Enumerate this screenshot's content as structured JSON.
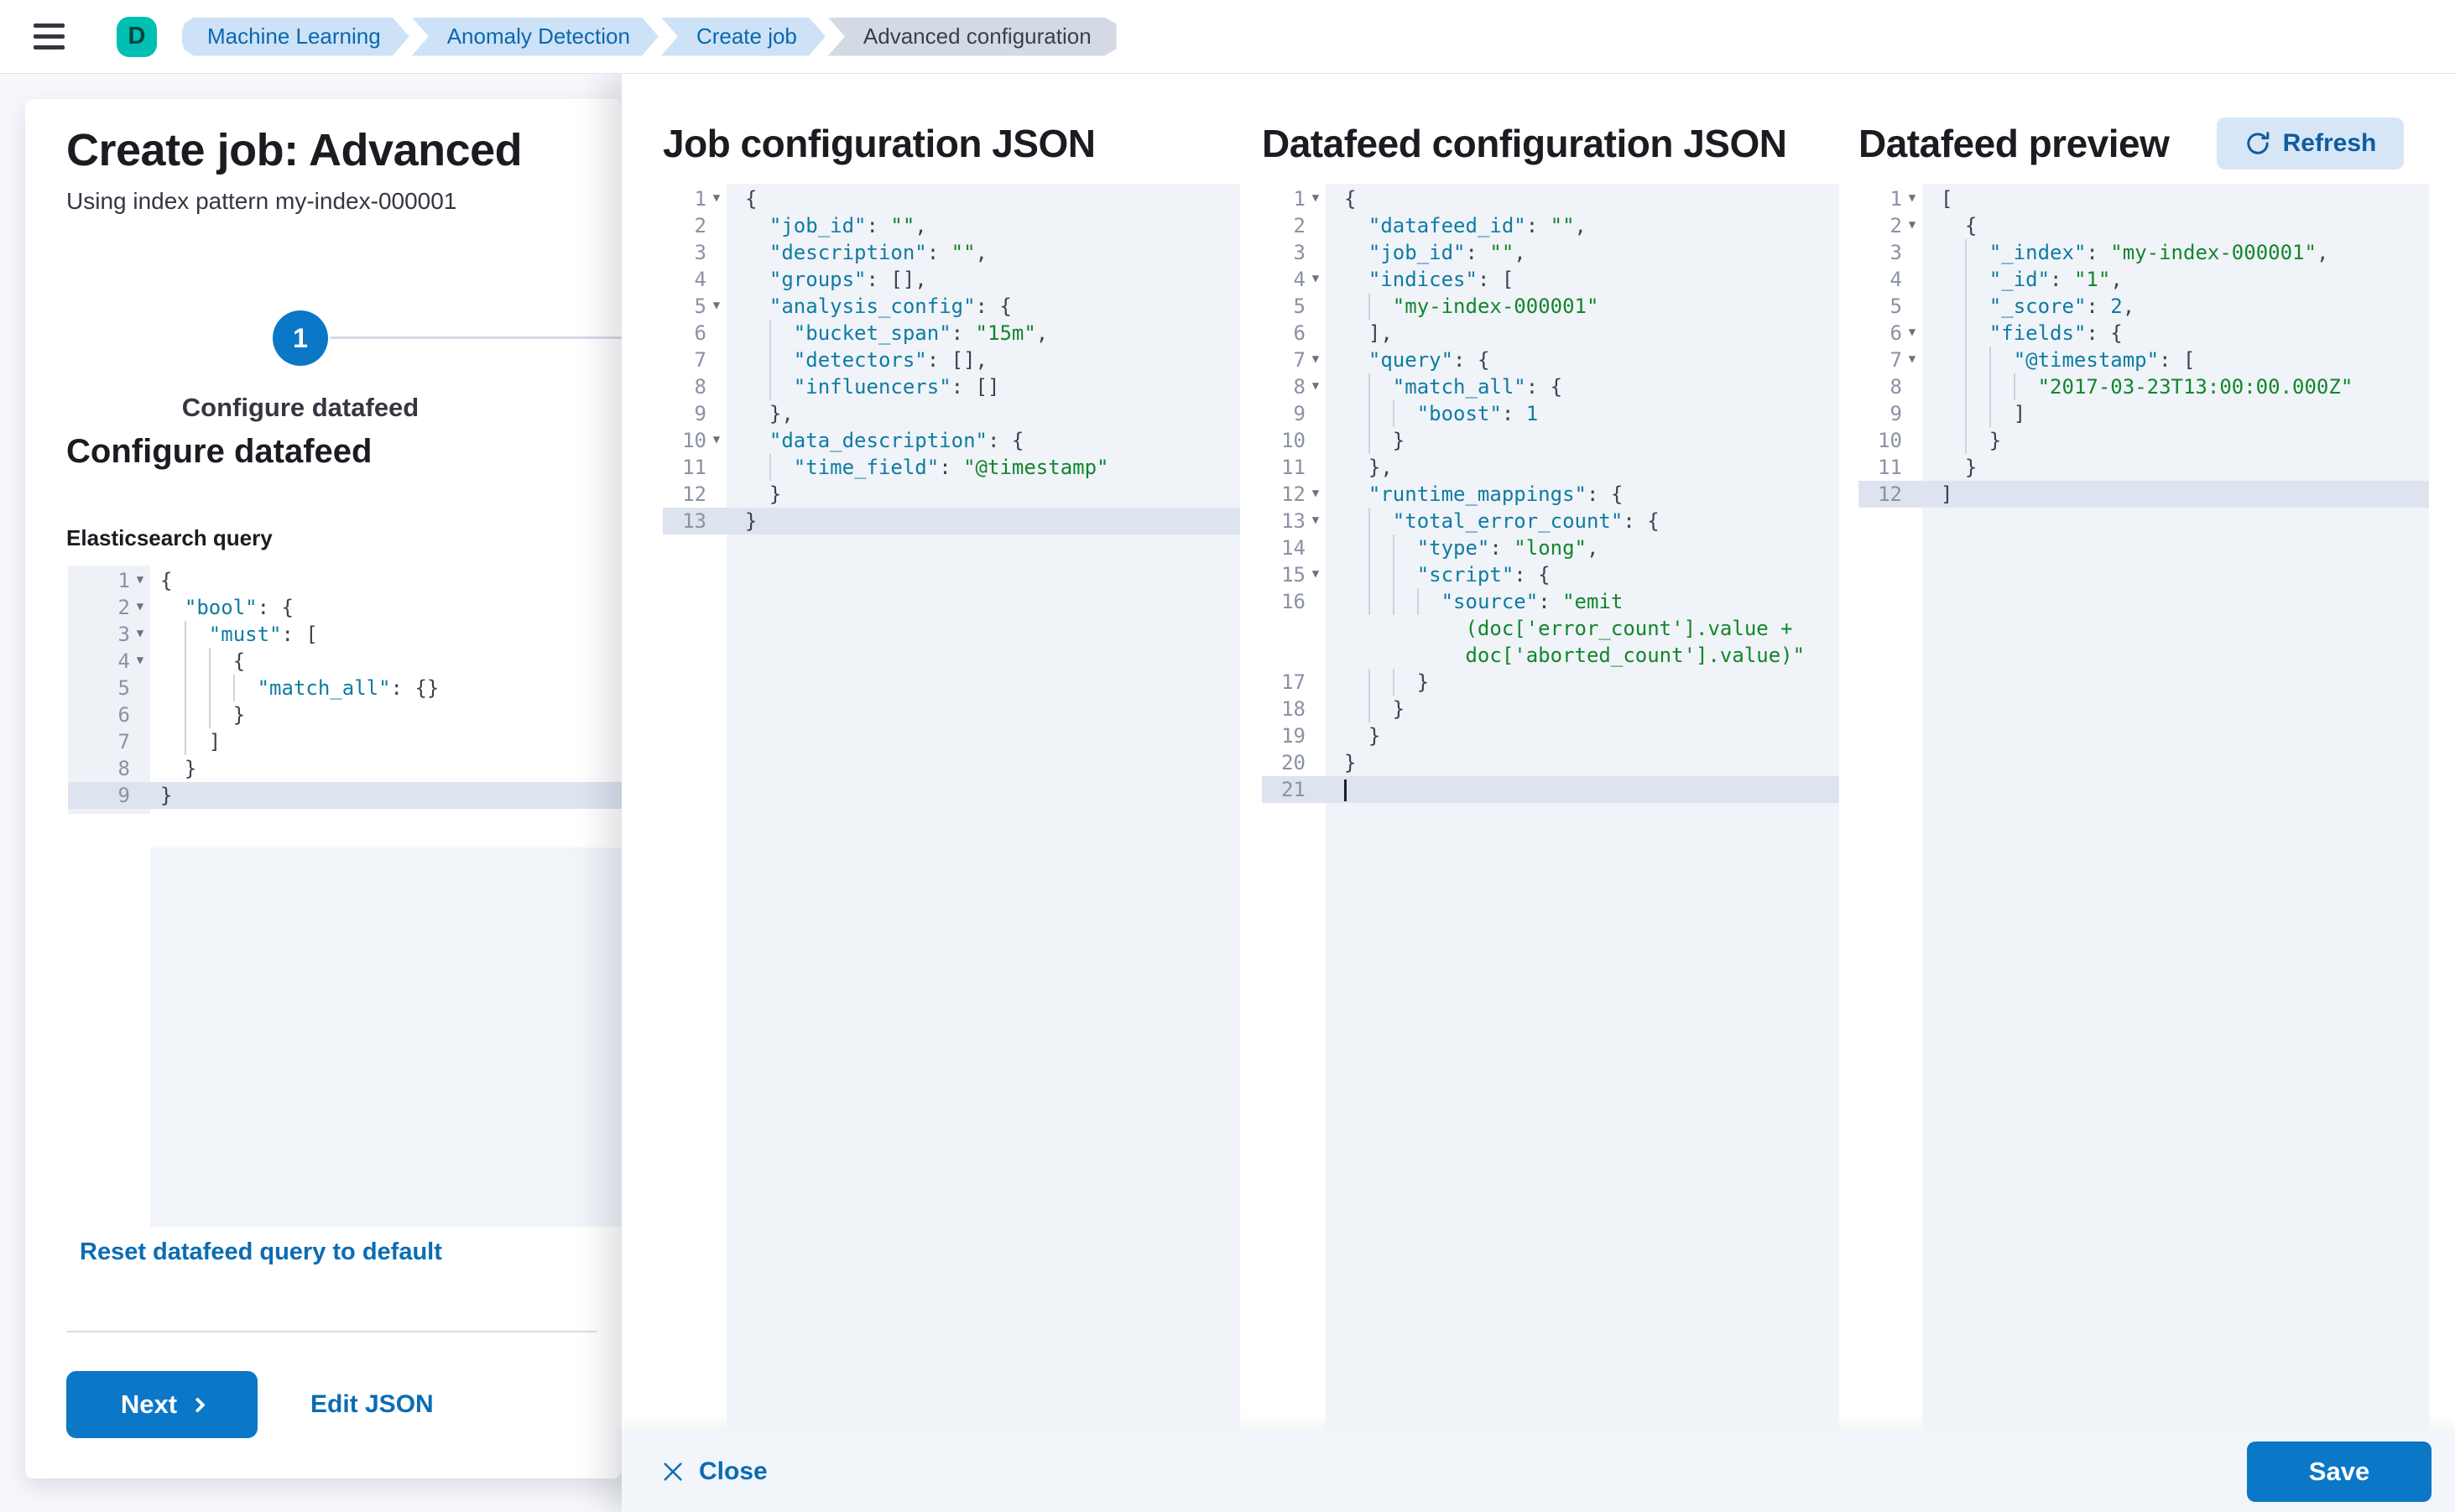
{
  "header": {
    "avatar_letter": "D",
    "breadcrumbs": [
      {
        "label": "Machine Learning",
        "current": false
      },
      {
        "label": "Anomaly Detection",
        "current": false
      },
      {
        "label": "Create job",
        "current": false
      },
      {
        "label": "Advanced configuration",
        "current": true
      }
    ]
  },
  "colors": {
    "primary_button": "#0b77c7",
    "link": "#0a6cb4",
    "avatar_teal": "#00bfb3",
    "code_key": "#0d7ca3",
    "code_string": "#11862c",
    "active_line": "#dee4ef"
  },
  "wizard": {
    "title": "Create job: Advanced",
    "subtitle": "Using index pattern my-index-000001",
    "step": {
      "number": "1",
      "label": "Configure datafeed"
    },
    "section_heading": "Configure datafeed",
    "reset_link": "Reset datafeed query to default",
    "next_button": "Next",
    "edit_json_link": "Edit JSON"
  },
  "footer": {
    "close_label": "Close",
    "save_label": "Save"
  },
  "editors": {
    "es_query": {
      "label": "Elasticsearch query",
      "lines": [
        {
          "n": 1,
          "f": true,
          "t": "{"
        },
        {
          "n": 2,
          "f": true,
          "t": "  \"bool\": {"
        },
        {
          "n": 3,
          "f": true,
          "t": "    \"must\": ["
        },
        {
          "n": 4,
          "f": true,
          "t": "      {"
        },
        {
          "n": 5,
          "t": "        \"match_all\": {}"
        },
        {
          "n": 6,
          "t": "      }"
        },
        {
          "n": 7,
          "t": "    ]"
        },
        {
          "n": 8,
          "t": "  }"
        },
        {
          "n": 9,
          "t": "}",
          "h": true
        }
      ]
    },
    "job_config": {
      "title": "Job configuration JSON",
      "lines": [
        {
          "n": 1,
          "f": true,
          "t": "{"
        },
        {
          "n": 2,
          "t": "  \"job_id\": \"\","
        },
        {
          "n": 3,
          "t": "  \"description\": \"\","
        },
        {
          "n": 4,
          "t": "  \"groups\": [],"
        },
        {
          "n": 5,
          "f": true,
          "t": "  \"analysis_config\": {"
        },
        {
          "n": 6,
          "t": "    \"bucket_span\": \"15m\","
        },
        {
          "n": 7,
          "t": "    \"detectors\": [],"
        },
        {
          "n": 8,
          "t": "    \"influencers\": []"
        },
        {
          "n": 9,
          "t": "  },"
        },
        {
          "n": 10,
          "f": true,
          "t": "  \"data_description\": {"
        },
        {
          "n": 11,
          "t": "    \"time_field\": \"@timestamp\""
        },
        {
          "n": 12,
          "t": "  }"
        },
        {
          "n": 13,
          "t": "}",
          "h": true
        }
      ]
    },
    "datafeed_config": {
      "title": "Datafeed configuration JSON",
      "lines": [
        {
          "n": 1,
          "f": true,
          "t": "{"
        },
        {
          "n": 2,
          "t": "  \"datafeed_id\": \"\","
        },
        {
          "n": 3,
          "t": "  \"job_id\": \"\","
        },
        {
          "n": 4,
          "f": true,
          "t": "  \"indices\": ["
        },
        {
          "n": 5,
          "t": "    \"my-index-000001\""
        },
        {
          "n": 6,
          "t": "  ],"
        },
        {
          "n": 7,
          "f": true,
          "t": "  \"query\": {"
        },
        {
          "n": 8,
          "f": true,
          "t": "    \"match_all\": {"
        },
        {
          "n": 9,
          "t": "      \"boost\": 1"
        },
        {
          "n": 10,
          "t": "    }"
        },
        {
          "n": 11,
          "t": "  },"
        },
        {
          "n": 12,
          "f": true,
          "t": "  \"runtime_mappings\": {"
        },
        {
          "n": 13,
          "f": true,
          "t": "    \"total_error_count\": {"
        },
        {
          "n": 14,
          "t": "      \"type\": \"long\","
        },
        {
          "n": 15,
          "f": true,
          "t": "      \"script\": {"
        },
        {
          "n": 16,
          "t": "        \"source\": \"emit",
          "w": [
            "(doc['error_count'].value +",
            "doc['aborted_count'].value)\""
          ]
        },
        {
          "n": 17,
          "t": "      }"
        },
        {
          "n": 18,
          "t": "    }"
        },
        {
          "n": 19,
          "t": "  }"
        },
        {
          "n": 20,
          "t": "}"
        },
        {
          "n": 21,
          "t": "",
          "h": true,
          "c": true
        }
      ]
    },
    "datafeed_preview": {
      "title": "Datafeed preview",
      "refresh_button": "Refresh",
      "lines": [
        {
          "n": 1,
          "f": true,
          "t": "["
        },
        {
          "n": 2,
          "f": true,
          "t": "  {"
        },
        {
          "n": 3,
          "t": "    \"_index\": \"my-index-000001\","
        },
        {
          "n": 4,
          "t": "    \"_id\": \"1\","
        },
        {
          "n": 5,
          "t": "    \"_score\": 2,"
        },
        {
          "n": 6,
          "f": true,
          "t": "    \"fields\": {"
        },
        {
          "n": 7,
          "f": true,
          "t": "      \"@timestamp\": ["
        },
        {
          "n": 8,
          "t": "        \"2017-03-23T13:00:00.000Z\""
        },
        {
          "n": 9,
          "t": "      ]"
        },
        {
          "n": 10,
          "t": "    }"
        },
        {
          "n": 11,
          "t": "  }"
        },
        {
          "n": 12,
          "t": "]",
          "h": true
        }
      ]
    }
  }
}
